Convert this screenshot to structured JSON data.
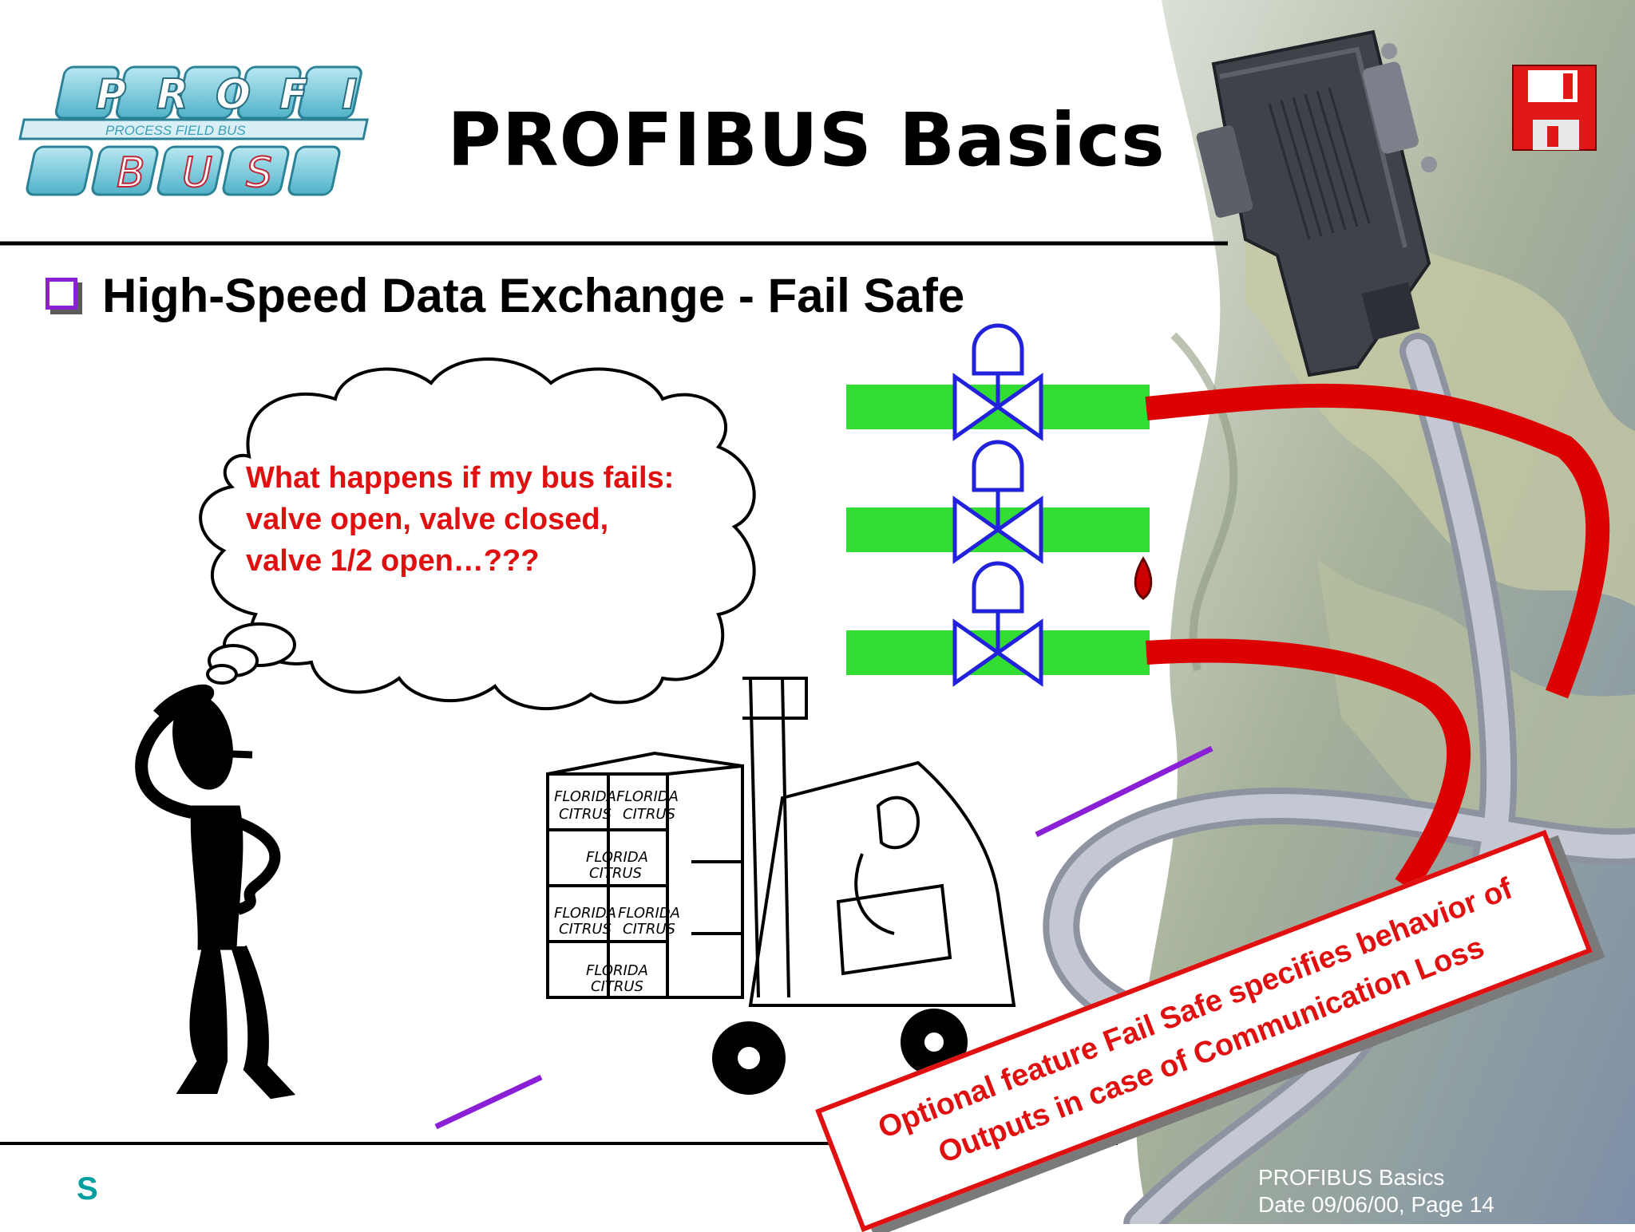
{
  "header": {
    "title": "PROFIBUS Basics",
    "logo": {
      "top_letters": [
        "P",
        "R",
        "O",
        "F",
        "I"
      ],
      "bottom_letters": [
        "B",
        "U",
        "S"
      ],
      "subtitle": "PROCESS FIELD BUS"
    },
    "save_icon": "floppy-disk-icon"
  },
  "bullet": {
    "icon": "square-bullet-icon",
    "text": "High-Speed Data Exchange - Fail Safe"
  },
  "thought_bubble": {
    "lines": [
      "What happens if my bus fails:",
      "valve open, valve closed,",
      "valve 1/2 open…???"
    ]
  },
  "crates": {
    "labels": [
      "FLORIDA",
      "CITRUS"
    ]
  },
  "note": {
    "lines": [
      "Optional feature Fail Safe specifies behavior of",
      "Outputs in case of Communication Loss"
    ]
  },
  "footer": {
    "logo_letter": "S",
    "line1": "PROFIBUS Basics",
    "line2": "Date 09/06/00,  Page 14"
  },
  "colors": {
    "pipe_green": "#33dd33",
    "valve_blue": "#2222dd",
    "cable_red": "#dd0000",
    "text_red": "#e01010",
    "bullet_purple": "#8a1fd6",
    "footer_teal": "#00a0a0"
  }
}
